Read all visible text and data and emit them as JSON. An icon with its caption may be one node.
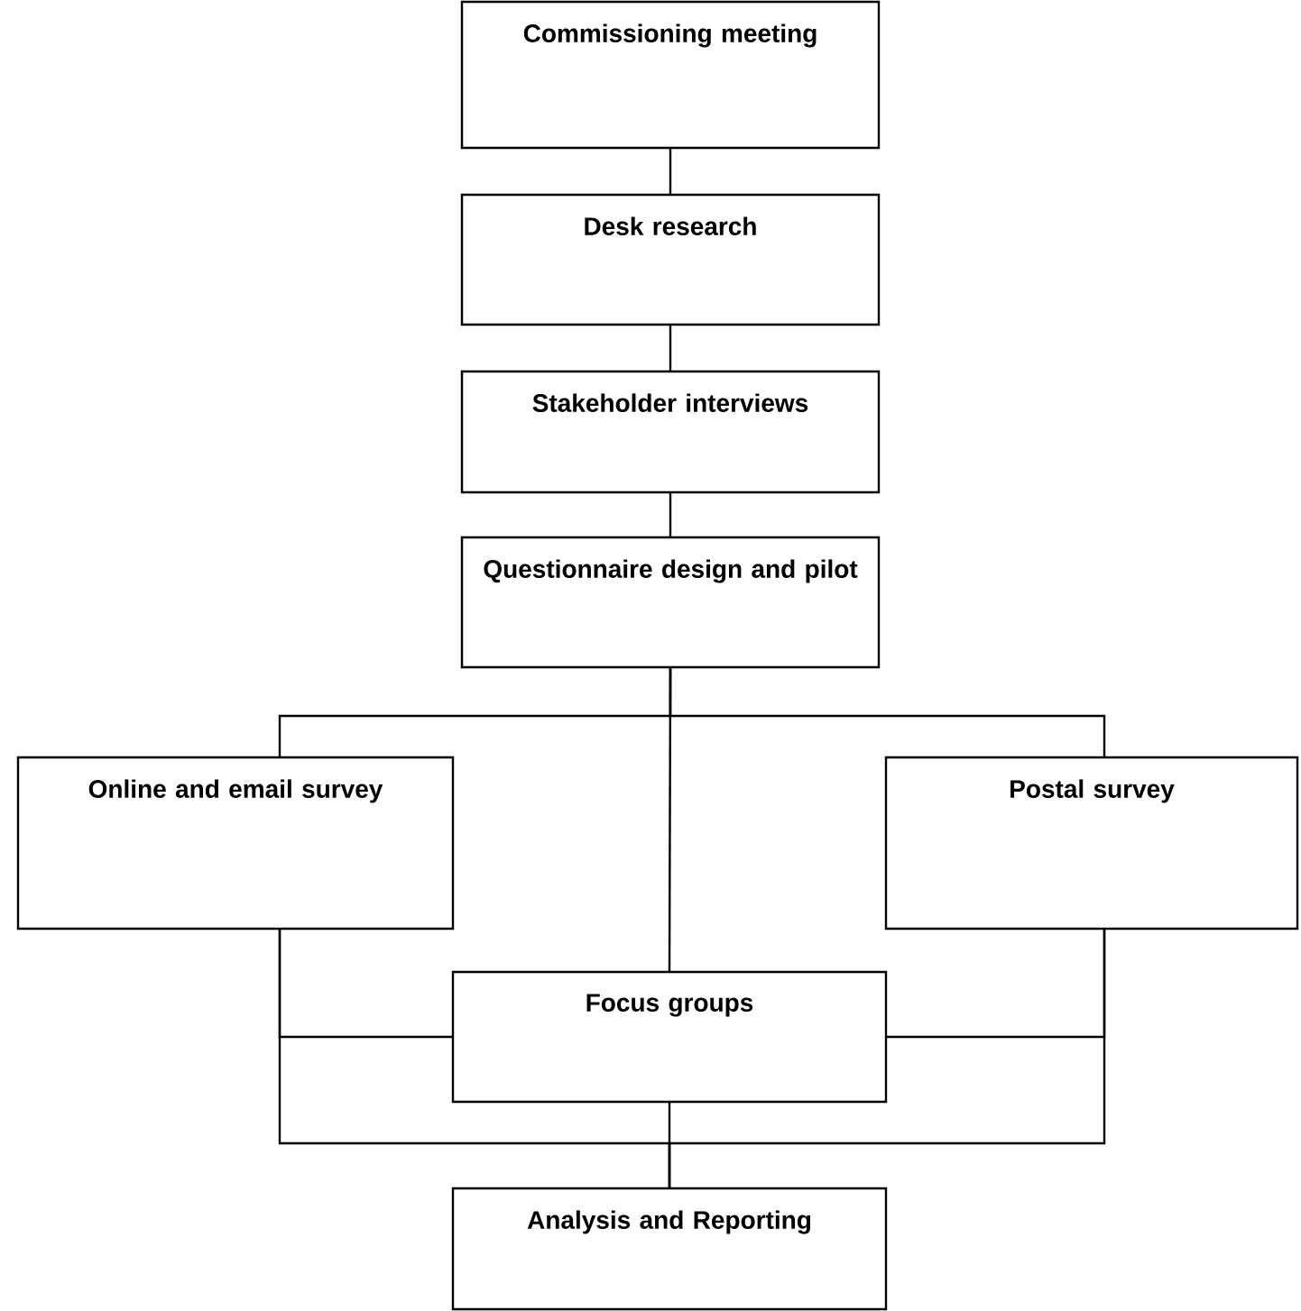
{
  "diagram": {
    "nodes": [
      {
        "text": [
          "Commissioning meeting"
        ]
      },
      {
        "text": [
          "Desk research"
        ]
      },
      {
        "text": [
          "Stakeholder interviews"
        ]
      },
      {
        "text": [
          "Questionnaire design and pilot"
        ]
      },
      {
        "text": [
          "Online and email survey"
        ]
      },
      {
        "text": [
          "Postal survey"
        ]
      },
      {
        "text": [
          "Focus groups"
        ]
      },
      {
        "text": [
          "Analysis and Reporting"
        ]
      }
    ],
    "edges": [
      {
        "from": 0,
        "to": 1,
        "arrow": "none"
      },
      {
        "from": 1,
        "to": 2,
        "arrow": "none"
      },
      {
        "from": 2,
        "to": 3,
        "arrow": "none"
      },
      {
        "from": 3,
        "to": 4,
        "arrow": "none"
      },
      {
        "from": 3,
        "to": 6,
        "arrow": "none"
      },
      {
        "from": 3,
        "to": 5,
        "arrow": "none"
      },
      {
        "from": 4,
        "to": 6,
        "arrow": "none"
      },
      {
        "from": 5,
        "to": 6,
        "arrow": "none"
      },
      {
        "from": 4,
        "to": 7,
        "arrow": "none"
      },
      {
        "from": 6,
        "to": 7,
        "arrow": "none"
      },
      {
        "from": 5,
        "to": 7,
        "arrow": "none"
      }
    ]
  }
}
